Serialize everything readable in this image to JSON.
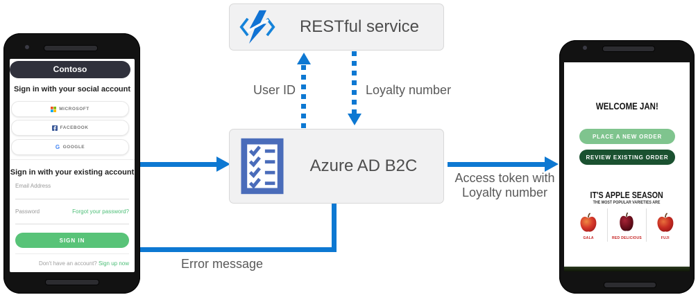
{
  "diagram": {
    "restful_service": {
      "label": "RESTful service"
    },
    "azure_ad_b2c": {
      "label": "Azure AD B2C"
    },
    "flows": {
      "user_id": "User ID",
      "loyalty_number": "Loyalty number",
      "error_message": "Error message",
      "access_token_line1": "Access token with",
      "access_token_line2": "Loyalty number"
    },
    "colors": {
      "arrow_blue": "#0d78d2",
      "box_fill": "#f1f1f2",
      "box_border": "#d8d8d8",
      "label_gray": "#595959",
      "b2c_icon_blue": "#4a6cba",
      "rest_icon_blue": "#1583da"
    }
  },
  "left_phone": {
    "header": "Contoso",
    "social_heading": "Sign in with your social account",
    "social_buttons": [
      {
        "label": "MICROSOFT"
      },
      {
        "label": "FACEBOOK"
      },
      {
        "label": "GOOGLE"
      }
    ],
    "local_heading": "Sign in with your existing account",
    "email_label": "Email Address",
    "password_label": "Password",
    "forgot_link": "Forgot your password?",
    "sign_in_button": "SIGN IN",
    "signup_prompt": "Don't have an account? ",
    "signup_link": "Sign up now"
  },
  "right_phone": {
    "welcome": "WELCOME JAN!",
    "primary_button": "PLACE A NEW ORDER",
    "secondary_button": "REVIEW EXISTING  ORDER",
    "season_title": "IT'S APPLE SEASON",
    "season_subtitle": "THE MOST POPULAR VARIETIES ARE",
    "apples": [
      {
        "name": "GALA"
      },
      {
        "name": "RED DELICIOUS"
      },
      {
        "name": "FUJI"
      }
    ],
    "button_colors": {
      "primary": "#7fc48e",
      "secondary": "#1a5130"
    }
  }
}
